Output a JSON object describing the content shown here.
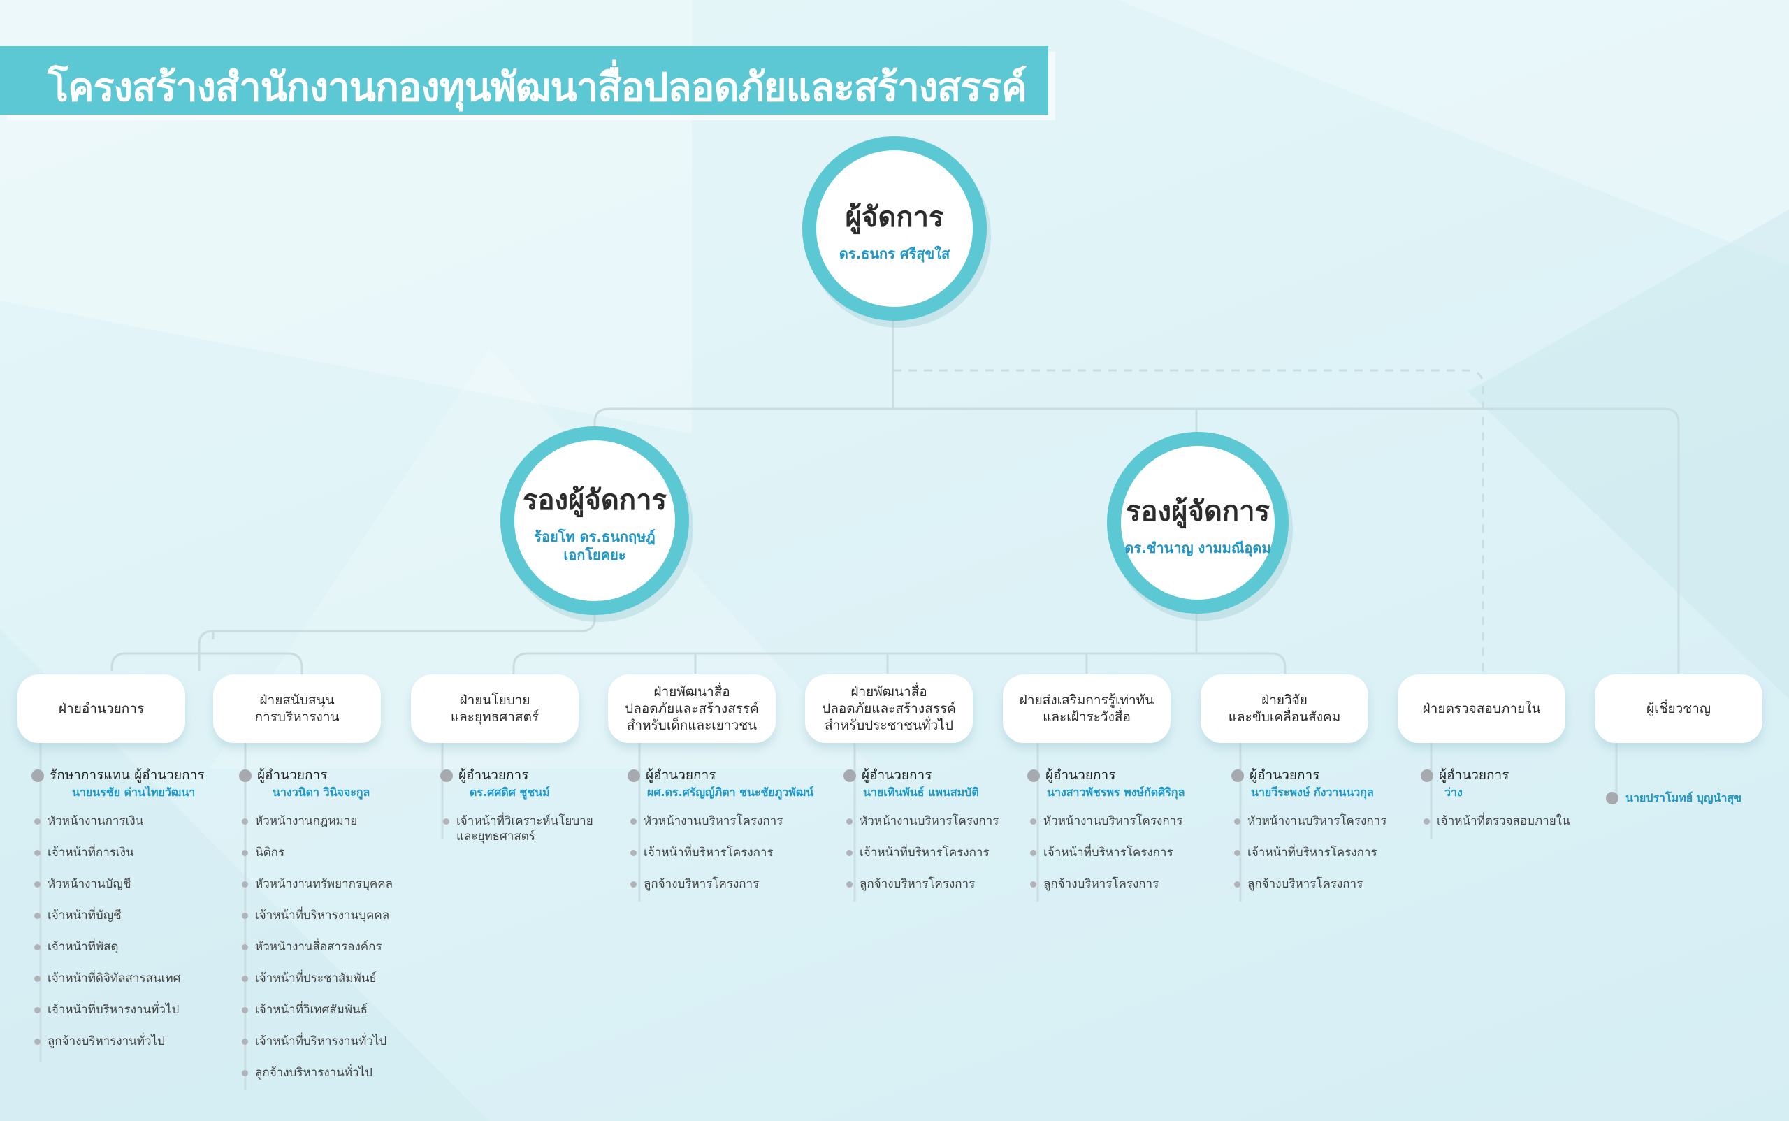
{
  "title": "โครงสร้างสำนักงานกองทุนพัฒนาสื่อปลอดภัยและสร้างสรรค์",
  "manager": {
    "title": "ผู้จัดการ",
    "name": "ดร.ธนกร ศรีสุขใส"
  },
  "deputies": [
    {
      "title": "รองผู้จัดการ",
      "name_line1": "ร้อยโท ดร.ธนกฤษฎ์",
      "name_line2": "เอกโยคยะ"
    },
    {
      "title": "รองผู้จัดการ",
      "name_line1": "ดร.ชำนาญ งามมณีอุดม",
      "name_line2": ""
    }
  ],
  "departments": [
    {
      "line1": "ฝ่ายอำนวยการ",
      "line2": "",
      "line3": "",
      "head_role": "รักษาการแทน ผู้อำนวยการ",
      "head_name": "นายนรชัย ด่านไทยวัฒนา",
      "items": [
        "หัวหน้างานการเงิน",
        "เจ้าหน้าที่การเงิน",
        "หัวหน้างานบัญชี",
        "เจ้าหน้าที่บัญชี",
        "เจ้าหน้าที่พัสดุ",
        "เจ้าหน้าที่ดิจิทัลสารสนเทศ",
        "เจ้าหน้าที่บริหารงานทั่วไป",
        "ลูกจ้างบริหารงานทั่วไป"
      ]
    },
    {
      "line1": "ฝ่ายสนับสนุน",
      "line2": "การบริหารงาน",
      "line3": "",
      "head_role": "ผู้อำนวยการ",
      "head_name": "นางวนิดา วินิจจะกูล",
      "items": [
        "หัวหน้างานกฎหมาย",
        "นิติกร",
        "หัวหน้างานทรัพยากรบุคคล",
        "เจ้าหน้าที่บริหารงานบุคคล",
        "หัวหน้างานสื่อสารองค์กร",
        "เจ้าหน้าที่ประชาสัมพันธ์",
        "เจ้าหน้าที่วิเทศสัมพันธ์",
        "เจ้าหน้าที่บริหารงานทั่วไป",
        "ลูกจ้างบริหารงานทั่วไป"
      ]
    },
    {
      "line1": "ฝ่ายนโยบาย",
      "line2": "และยุทธศาสตร์",
      "line3": "",
      "head_role": "ผู้อำนวยการ",
      "head_name": "ดร.ศศดิศ ชูชนม์",
      "items": [
        "เจ้าหน้าที่วิเคราะห์นโยบาย และยุทธศาสตร์"
      ]
    },
    {
      "line1": "ฝ่ายพัฒนาสื่อ",
      "line2": "ปลอดภัยและสร้างสรรค์",
      "line3": "สำหรับเด็กและเยาวชน",
      "head_role": "ผู้อำนวยการ",
      "head_name": "ผศ.ดร.ศรัญญ์ภิตา ชนะชัยภูวพัฒน์",
      "items": [
        "หัวหน้างานบริหารโครงการ",
        "เจ้าหน้าที่บริหารโครงการ",
        "ลูกจ้างบริหารโครงการ"
      ]
    },
    {
      "line1": "ฝ่ายพัฒนาสื่อ",
      "line2": "ปลอดภัยและสร้างสรรค์",
      "line3": "สำหรับประชาชนทั่วไป",
      "head_role": "ผู้อำนวยการ",
      "head_name": "นายเทินพันธ์ แพนสมบัติ",
      "items": [
        "หัวหน้างานบริหารโครงการ",
        "เจ้าหน้าที่บริหารโครงการ",
        "ลูกจ้างบริหารโครงการ"
      ]
    },
    {
      "line1": "ฝ่ายส่งเสริมการรู้เท่าทัน",
      "line2": "และเฝ้าระวังสื่อ",
      "line3": "",
      "head_role": "ผู้อำนวยการ",
      "head_name": "นางสาวพัชรพร พงษ์กัดศิริกุล",
      "items": [
        "หัวหน้างานบริหารโครงการ",
        "เจ้าหน้าที่บริหารโครงการ",
        "ลูกจ้างบริหารโครงการ"
      ]
    },
    {
      "line1": "ฝ่ายวิจัย",
      "line2": "และขับเคลื่อนสังคม",
      "line3": "",
      "head_role": "ผู้อำนวยการ",
      "head_name": "นายวีระพงษ์ กังวานนวกุล",
      "items": [
        "หัวหน้างานบริหารโครงการ",
        "เจ้าหน้าที่บริหารโครงการ",
        "ลูกจ้างบริหารโครงการ"
      ]
    },
    {
      "line1": "ฝ่ายตรวจสอบภายใน",
      "line2": "",
      "line3": "",
      "head_role": "ผู้อำนวยการ",
      "head_name": "ว่าง",
      "items": [
        "เจ้าหน้าที่ตรวจสอบภายใน"
      ]
    },
    {
      "line1": "ผู้เชี่ยวชาญ",
      "line2": "",
      "line3": "",
      "head_role": "",
      "head_name": "นายปราโมทย์ บุญนำสุข",
      "items": []
    }
  ],
  "colors": {
    "accent": "#5cc8d3",
    "name_blue": "#1e96c8",
    "line": "#c9dde2"
  }
}
